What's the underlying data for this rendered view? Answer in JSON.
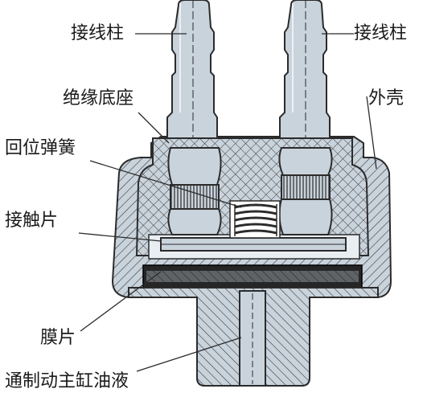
{
  "labels": {
    "terminal_left": "接线柱",
    "terminal_right": "接线柱",
    "insulating_base": "绝缘底座",
    "housing": "外壳",
    "return_spring": "回位弹簧",
    "contact_plate": "接触片",
    "diaphragm": "膜片",
    "brake_fluid": "通制动主缸油液"
  },
  "colors": {
    "metal": "#c9d3dc",
    "metal_dark": "#aeb9c4",
    "outline": "#2b2b2b",
    "hatch": "#3a3a3a",
    "diaphragm": "#262626",
    "background": "#ffffff"
  }
}
